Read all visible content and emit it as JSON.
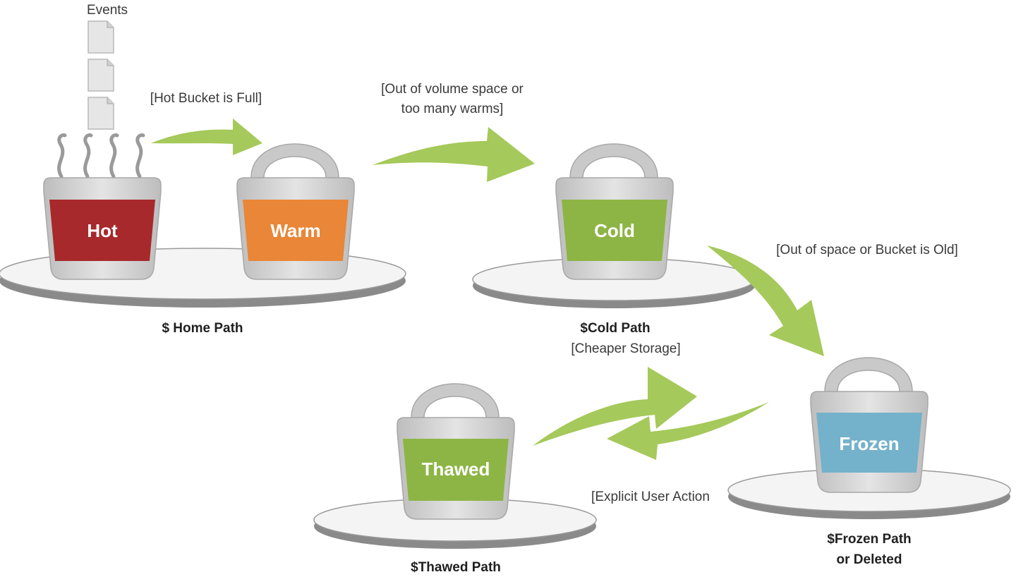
{
  "colors": {
    "hot": "#a7292b",
    "warm": "#e98637",
    "cold": "#8db545",
    "frozen": "#74b1cb",
    "thawed": "#8db545",
    "arrow": "#a5c95a",
    "bucket_body": "#d4d4d4",
    "platform_top": "#f4f4f4",
    "platform_side": "#8a8a8a"
  },
  "events": {
    "label": "Events"
  },
  "buckets": {
    "hot": "Hot",
    "warm": "Warm",
    "cold": "Cold",
    "frozen": "Frozen",
    "thawed": "Thawed"
  },
  "transitions": {
    "hot_to_warm": "[Hot Bucket is Full]",
    "warm_to_cold_1": "[Out of volume space or",
    "warm_to_cold_2": "too many warms]",
    "cold_to_frozen": "[Out of space or Bucket is Old]",
    "frozen_to_thawed": "[Explicit User Action"
  },
  "paths": {
    "home": "$ Home Path",
    "cold": "$Cold Path",
    "cold_note": "[Cheaper Storage]",
    "frozen_1": "$Frozen Path",
    "frozen_2": "or Deleted",
    "thawed": "$Thawed Path"
  }
}
